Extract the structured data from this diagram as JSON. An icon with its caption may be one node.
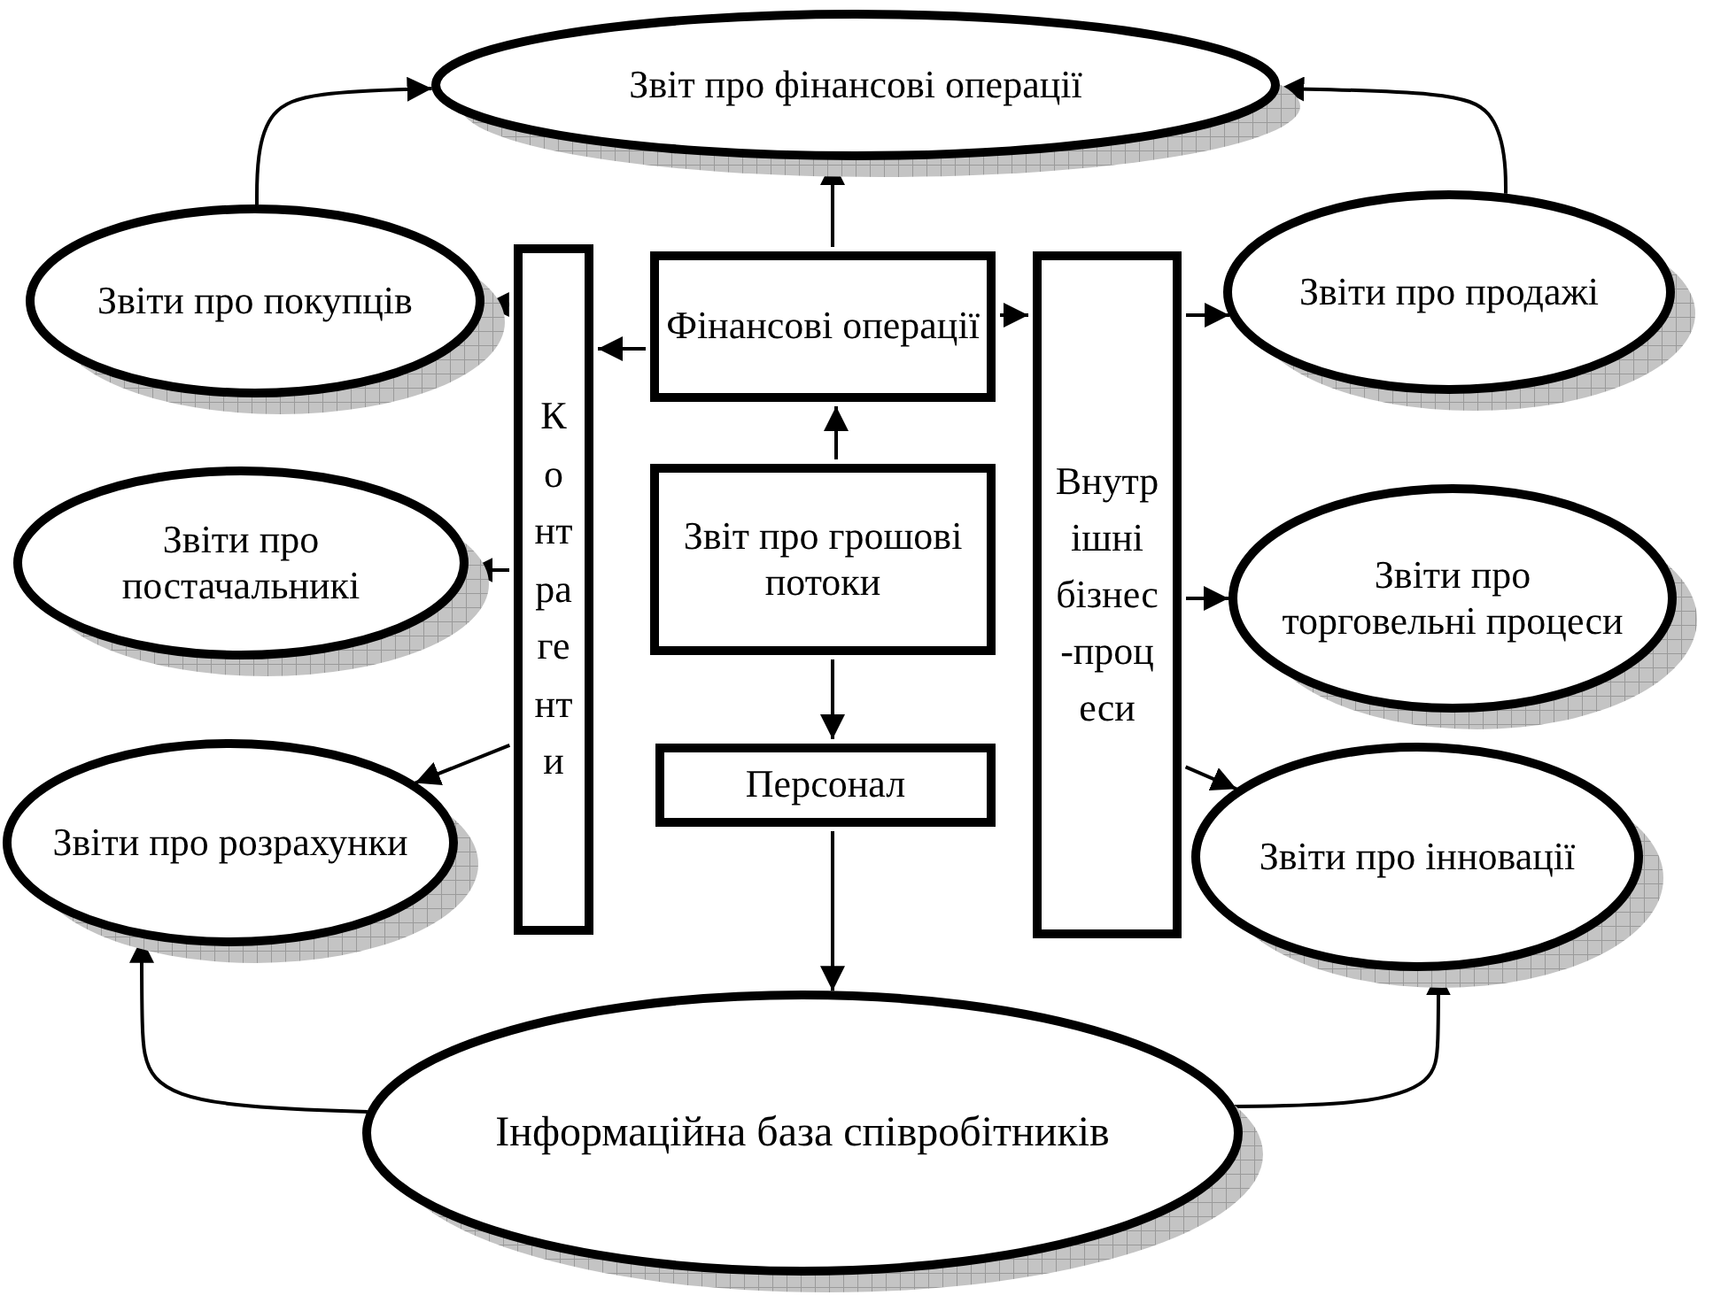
{
  "diagram": {
    "nodes": [
      {
        "text": [
          "Звіт про фінансові операції"
        ]
      },
      {
        "text": [
          "Звіти про покупців"
        ]
      },
      {
        "text": [
          "Контрагенти"
        ]
      },
      {
        "text": [
          "Фінансові операції"
        ]
      },
      {
        "text": [
          "Внутрішні бізнес-процеси"
        ]
      },
      {
        "text": [
          "Звіти про продажі"
        ]
      },
      {
        "text": [
          "Звіти про постачальникі"
        ]
      },
      {
        "text": [
          "Звіт про грошові потоки"
        ]
      },
      {
        "text": [
          "Звіти про торговельні процеси"
        ]
      },
      {
        "text": [
          "Персонал"
        ]
      },
      {
        "text": [
          "Звіти про розрахунки"
        ]
      },
      {
        "text": [
          "Звіти про інновації"
        ]
      },
      {
        "text": [
          "Інформаційна база співробітників"
        ]
      }
    ],
    "edges": [
      {
        "from": 3,
        "to": 0,
        "arrow": "to"
      },
      {
        "from": 1,
        "to": 0,
        "arrow": "to"
      },
      {
        "from": 5,
        "to": 0,
        "arrow": "to"
      },
      {
        "from": 2,
        "to": 1,
        "arrow": "to"
      },
      {
        "from": 3,
        "to": 2,
        "arrow": "to"
      },
      {
        "from": 3,
        "to": 4,
        "arrow": "to"
      },
      {
        "from": 4,
        "to": 5,
        "arrow": "to"
      },
      {
        "from": 7,
        "to": 3,
        "arrow": "to"
      },
      {
        "from": 2,
        "to": 6,
        "arrow": "to"
      },
      {
        "from": 4,
        "to": 8,
        "arrow": "to"
      },
      {
        "from": 7,
        "to": 9,
        "arrow": "to"
      },
      {
        "from": 2,
        "to": 10,
        "arrow": "to"
      },
      {
        "from": 4,
        "to": 11,
        "arrow": "to"
      },
      {
        "from": 9,
        "to": 12,
        "arrow": "to"
      },
      {
        "from": 12,
        "to": 10,
        "arrow": "to"
      },
      {
        "from": 12,
        "to": 11,
        "arrow": "to"
      }
    ]
  }
}
